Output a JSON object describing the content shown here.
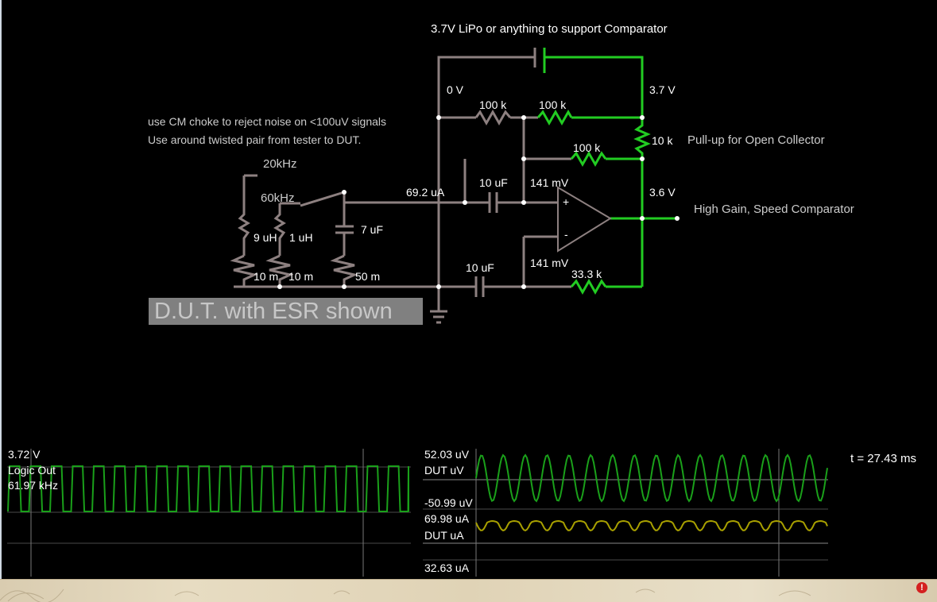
{
  "circuit": {
    "supply_caption": "3.7V LiPo or anything to support Comparator",
    "note_line1": "use CM choke to reject noise on <100uV signals",
    "note_line2": "Use around twisted pair from tester to DUT.",
    "node_0v": "0 V",
    "node_3v7": "3.7 V",
    "node_3v6": "3.6 V",
    "r_left": "100 k",
    "r_right": "100 k",
    "r_mid": "100 k",
    "r_feedback": "33.3 k",
    "pullup_value": "10 k",
    "pullup_caption": "Pull-up for Open Collector",
    "output_caption": "High Gain, Speed Comparator",
    "cap_top": "10 uF",
    "cap_bottom": "10 uF",
    "plus_voltage": "141 mV",
    "minus_voltage": "141 mV",
    "current": "69.2 uA",
    "switch_label_20k": "20kHz",
    "switch_label_60k": "60kHz",
    "l1": "9 uH",
    "l2": "1 uH",
    "c_dut": "7 uF",
    "esr1": "10 m",
    "esr2": "10 m",
    "esr3": "50 m",
    "comparator_plus": "+",
    "comparator_minus": "-",
    "dut_banner": "D.U.T. with ESR shown"
  },
  "scope_left": {
    "max": "3.72 V",
    "name": "Logic Out",
    "freq": "61.97 kHz"
  },
  "scope_right": {
    "v_max": "52.03 uV",
    "v_name": "DUT uV",
    "v_min": "-50.99 uV",
    "i_max": "69.98 uA",
    "i_name": "DUT uA",
    "i_min": "32.63 uA"
  },
  "time": "t = 27.43 ms",
  "taskbar": {
    "warning_icon": "!"
  },
  "colors": {
    "wire": "#8d8080",
    "active": "#22cc22",
    "trace_green": "#1aa01a",
    "trace_yellow": "#a8a000",
    "grid": "#4a4a4a"
  }
}
